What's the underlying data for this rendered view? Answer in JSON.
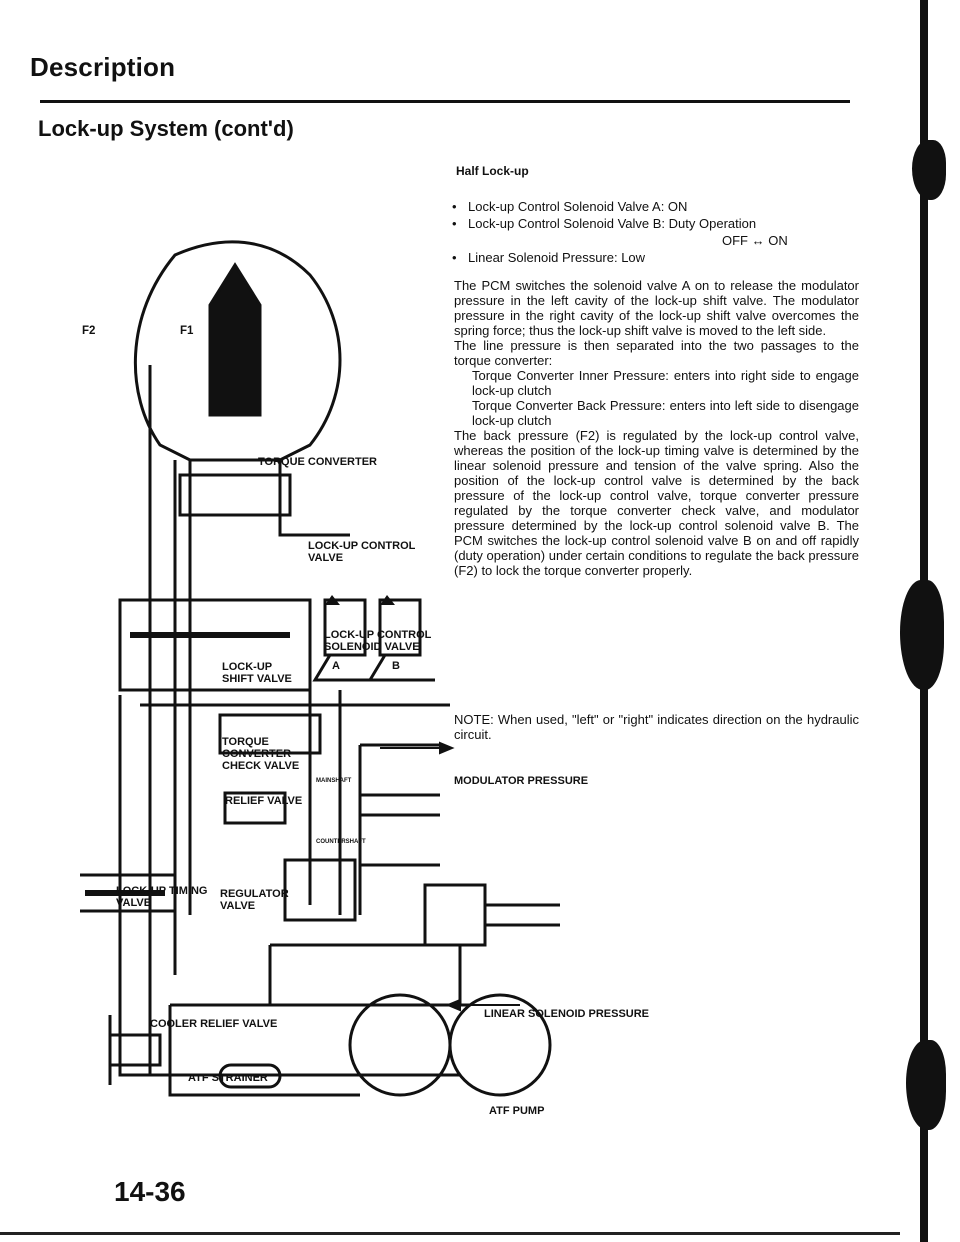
{
  "header": {
    "title": "Description",
    "section": "Lock-up System (cont'd)"
  },
  "text": {
    "heading": "Half Lock-up",
    "bullets": [
      "Lock-up Control Solenoid Valve A: ON",
      "Lock-up Control Solenoid Valve B: Duty Operation",
      "Linear Solenoid Pressure: Low"
    ],
    "bullet_2_cont": "OFF ↔ ON",
    "para1": "The PCM switches the solenoid valve A on to release the modulator pressure in the left cavity of the lock-up shift valve. The modulator pressure in the right cavity of the lock-up shift valve overcomes the spring force; thus the lock-up shift valve is moved to the left side.",
    "para2": "The line pressure is then separated into the two passages to the torque converter:",
    "para3": "Torque Converter Inner Pressure: enters into right side to engage lock-up clutch",
    "para4": "Torque Converter Back Pressure: enters into left side to disengage lock-up clutch",
    "para5": "The back pressure (F2) is regulated by the lock-up control valve, whereas the position of the lock-up timing valve is determined by the linear solenoid pressure and tension of the valve spring. Also the position of the lock-up control valve is determined by the back pressure of the lock-up control valve, torque converter pressure regulated by the torque converter check valve, and modulator pressure determined by the lock-up control solenoid valve B. The PCM switches the lock-up control solenoid valve B on and off rapidly (duty operation) under certain conditions to regulate the back pressure (F2) to lock the torque converter properly.",
    "note": "NOTE: When used, \"left\" or \"right\" indicates direction on the hydraulic circuit."
  },
  "diagram": {
    "labels": {
      "f1": "F1",
      "f2": "F2",
      "torque_converter": "TORQUE CONVERTER",
      "lockup_control_valve": "LOCK-UP CONTROL VALVE",
      "lockup_control_solenoid": "LOCK-UP CONTROL SOLENOID VALVE",
      "sol_a": "A",
      "sol_b": "B",
      "lockup_shift_valve": "LOCK-UP SHIFT VALVE",
      "tc_check_valve": "TORQUE CONVERTER CHECK VALVE",
      "modulator_pressure": "MODULATOR PRESSURE",
      "relief_valve": "RELIEF VALVE",
      "lockup_timing_valve": "LOCK-UP TIMING VALVE",
      "regulator_valve": "REGULATOR VALVE",
      "linear_solenoid_pressure": "LINEAR SOLENOID PRESSURE",
      "cooler_relief_valve": "COOLER RELIEF VALVE",
      "atf_strainer": "ATF STRAINER",
      "atf_pump": "ATF PUMP",
      "mainshaft": "MAINSHAFT",
      "countershaft": "COUNTERSHAFT"
    }
  },
  "footer": {
    "page_number": "14-36"
  }
}
